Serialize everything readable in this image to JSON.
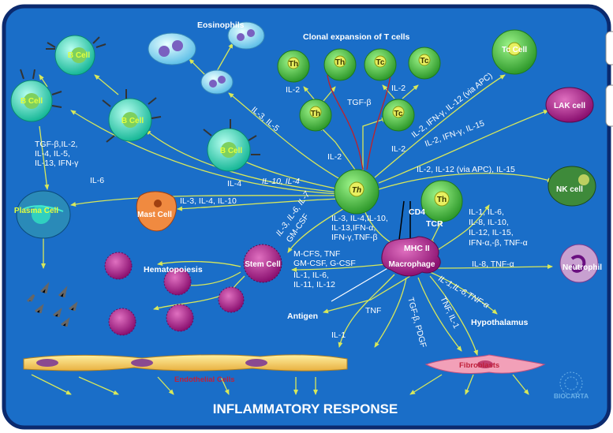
{
  "title": "INFLAMMATORY RESPONSE",
  "brand": "BIOCARTA",
  "cells": {
    "eosinophils": "Eosinophils",
    "clonal": "Clonal expansion of T cells",
    "th": "Th",
    "tc": "Tc",
    "tc_cell": "Tc Cell",
    "lak": "LAK cell",
    "nk": "NK cell",
    "neutrophil": "Neutrophil",
    "b_cell": "B Cell",
    "plasma_cell": "Plasma Cell",
    "mast_cell": "Mast Cell",
    "stem_cell": "Stem Cell",
    "macrophage": "Macrophage",
    "hematopoiesis": "Hematopoiesis",
    "antigen": "Antigen",
    "hypothalamus": "Hypothalamus",
    "fibroblasts": "Fibroblasts",
    "endothelial": "Endothelial Cells",
    "cd4": "CD4",
    "tcr": "TCR",
    "mhc": "MHC II"
  },
  "labels": {
    "il2_a": "IL-2",
    "il2_b": "IL-2",
    "tgfb": "TGF-β",
    "il2_c": "IL-2",
    "il2_d": "IL-2",
    "il3_il5": "IL-3, IL-5",
    "tc_cell_arrow": "IL-2, IFN-γ, IL-12 (via APC)",
    "lak_arrow": "IL-2, IFN-γ, IL-15",
    "nk_arrow": "IL-2, IL-12 (via APC), IL-15",
    "plasma_1": "TGF-β,IL-2,",
    "plasma_2": "IL-4, IL-5,",
    "plasma_3": "IL-13, IFN-γ",
    "il6": "IL-6",
    "il4": "IL-4",
    "il10_il4": "IL-10, IL-4",
    "mast_arrow": "IL-3, IL-4, IL-10",
    "stem_arrow": "IL-3, IL-6, IL-7",
    "gmcsf": "GM-CSF",
    "mac_1": "IL-3, IL-4,IL-10,",
    "mac_2": "IL-13,IFN-α,",
    "mac_3": "IFN-γ,TNF-β",
    "thr_1": "IL-1, IL-6,",
    "thr_2": "IL-8, IL-10,",
    "thr_3": "IL-12, IL-15,",
    "thr_4": "IFN-α,-β, TNF-α",
    "neut_arrow": "IL-8, TNF-α",
    "stem_1": "M-CFS, TNF",
    "stem_2": "GM-CSF, G-CSF",
    "stem_3": "IL-1, IL-6,",
    "stem_4": "IL-11, IL-12",
    "hypo_arrow": "IL-1,IL-6,TNF-α",
    "tnf": "TNF",
    "tgf_pdgf": "TGF-β, PDGF",
    "tnf_il1": "TNF, IL-1",
    "il1": "IL-1"
  },
  "colors": {
    "background": "#1a6ec8",
    "border": "#0b2a6e",
    "th_green": "#3fb53a",
    "b_cyan": "#2fe0c0",
    "arrow": "#d8e85a"
  }
}
